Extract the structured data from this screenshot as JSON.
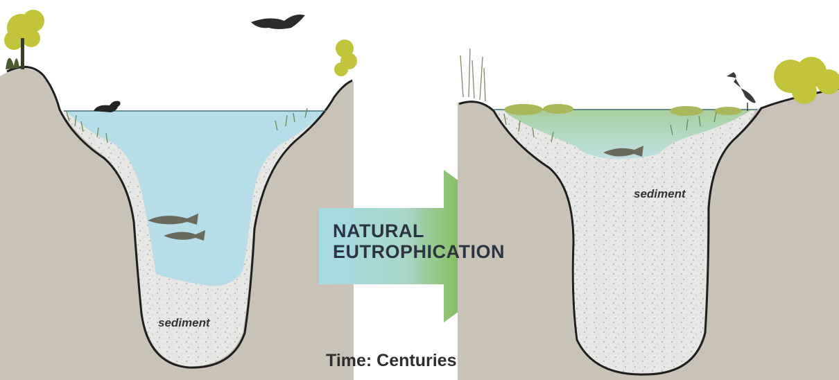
{
  "labels": {
    "sediment_left": "sediment",
    "sediment_right": "sediment",
    "arrow_line1": "NATURAL",
    "arrow_line2": "EUTROPHICATION",
    "time": "Time: Centuries"
  },
  "colors": {
    "ground": "#c9c3b7",
    "water": "#b7dde8",
    "sediment": "#e6e6e4",
    "outline": "#1f1f1f",
    "arrow_green": "#6fa83a",
    "arrow_blue": "#a9dbe7",
    "foliage": "#c2c43a",
    "vegetation": "#8da86a"
  }
}
